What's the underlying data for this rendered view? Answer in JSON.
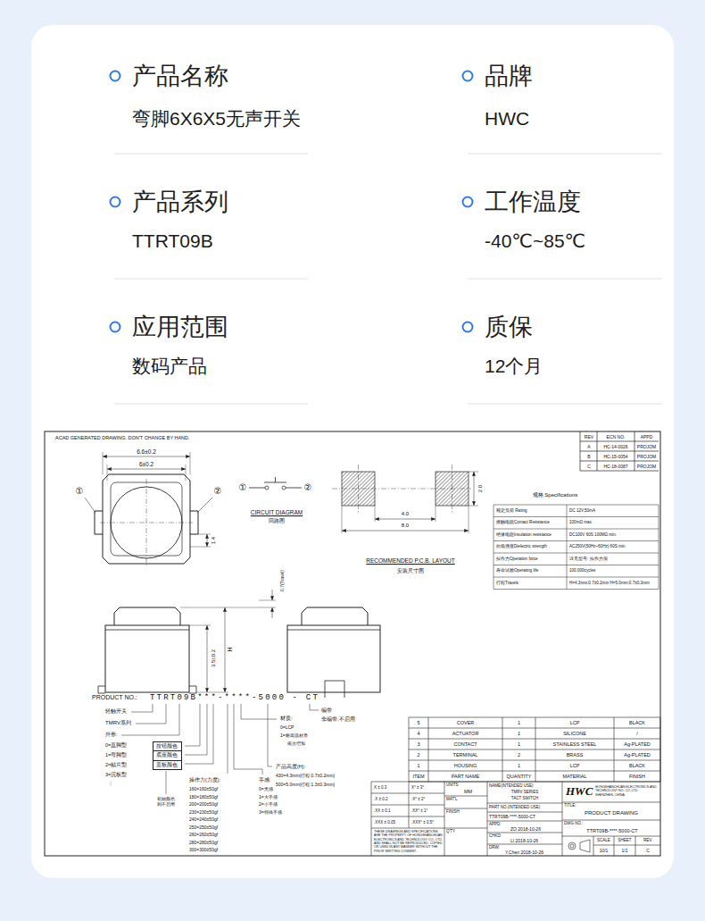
{
  "diagram": {
    "nodes": [
      {
        "text": [
          "按钮颜色"
        ]
      },
      {
        "text": [
          "底座颜色"
        ]
      },
      {
        "text": [
          "盖板颜色"
        ]
      }
    ],
    "labels": [
      "产品名称",
      "弯脚6X6X5无声开关",
      "品牌",
      "HWC",
      "产品系列",
      "TTRT09B",
      "工作温度",
      "-40℃~85℃",
      "应用范围",
      "数码产品",
      "质保",
      "12个月",
      "ACAD GENERATED DRAWING. DON'T CHANGE BY HAND.",
      "REV",
      "ECN NO.",
      "APPD",
      "A",
      "HC-14-0026",
      "PROJOM",
      "B",
      "HC-15-0054",
      "PROJOM",
      "C",
      "HC-18-0087",
      "PROJOM",
      "6.6±0.2",
      "6±0.2",
      "①",
      "②",
      "1.4",
      "①",
      "②",
      "CIRCUIT DIAGRAM",
      "回路图",
      "2.0",
      "4.0",
      "8.0",
      "RECOMMENDED P.C.B. LAYOUT",
      "安装尺寸图",
      "规格 Specifications",
      "额定负荷 Rating",
      "DC 12V,50mA",
      "接触电阻Contact Resistance",
      "100mΩ max.",
      "绝缘电阻Insulation resistance",
      "DC100V 60S 100MΩ min.",
      "抗电强度Dielectric strength",
      "AC250V(50Hz~60Hz) 60S min.",
      "操作力Operation force",
      "详见型号: 操作力项",
      "寿命试验Operating life",
      "100,000cycles",
      "行程Travels",
      "H=4.3mm:0.7±0.2mm H=5.0mm:0.7±0.3mm",
      "0.7(Travel)",
      "3.5±0.2",
      "H",
      "PRODUCT NO.:",
      "TTRT09B***-****-5000 - CT",
      "轻触开关",
      "TMRV系列",
      "外形:",
      "0=直脚型",
      "1=弯脚型",
      "2=贴片型",
      "3=沉板型",
      "⋮",
      "初始颜色 则不启用",
      "操作力(力度):",
      "160=160±50gf",
      "180=180±50gf",
      "200=200±50gf",
      "230=230±50gf",
      "240=240±50gf",
      "250=250±50gf",
      "260=260±50gf",
      "280=280±50gf",
      "300=300±50gf",
      "手感:",
      "0=无感",
      "1=大手感",
      "2=小手感",
      "3=特殊手感",
      "材质:",
      "0=LCP",
      "1=耐高温材质",
      "依次增加",
      "产品高度(H):",
      "430=4.3mm(行程:0.7±0.2mm)",
      "500=5.0mm(行程:1.3±0.3mm)",
      "编带",
      "非编带,不启用",
      "5",
      "COVER",
      "1",
      "LCP",
      "BLACK",
      "4",
      "ACTUATOR",
      "1",
      "SILICONE",
      "/",
      "3",
      "CONTACT",
      "1",
      "STAINLESS STEEL",
      "Ag-PLATED",
      "2",
      "TERMINAL",
      "2",
      "BRASS",
      "Ag-PLATED",
      "1",
      "HOUSING",
      "1",
      "LCP",
      "BLACK",
      "ITEM",
      "PART NAME",
      "QUANTITY",
      "MATERIAL",
      "FINISH",
      "X ± 0.3",
      "X° ± 3°",
      ".X ± 0.2",
      ".X° ± 2°",
      ".XX ± 0.1",
      ".XX° ± 1°",
      ".XXX ± 0.05",
      ".XXX° ± 0.5°",
      "THESE DRAWINGS AND SPECIFICATIONS ARE THE PROPERTY OF HONGSHANCHUAN ELECTRONICS AND TECHNOLOGY CO., LTD. AND SHALL NOT BE REPRODUCED, COPIED OR USED IN ANY MANNER WITHOUT THE PRIOR WRITTEN CONSENT.",
      "UNITS",
      "MM",
      "MAT'L",
      "FINISH",
      "Q'TY",
      "NAME(INTENDED USE)",
      "TMRV SERIES",
      "TACT SWITCH",
      "PART NO.(INTENDED USE)",
      "TTRT09B-****-5000-CT",
      "APPD:",
      "ZO 2018-10-26",
      "CHKD:",
      "LI 2018-10-26",
      "DRW:",
      "Y.Chen 2018-10-26",
      "HWC",
      "HONGSHANCHUAN ELECTRONICS AND TECHNOLOGY NO. CO.,LTD. SHENZHEN, CHINA",
      "TITLE:",
      "PRODUCT DRAWING",
      "DWG NO.:",
      "TTRT09B-****-5000-CT",
      "SCALE",
      "SHEET",
      "REV.",
      "10/1",
      "1/1",
      "C"
    ]
  }
}
